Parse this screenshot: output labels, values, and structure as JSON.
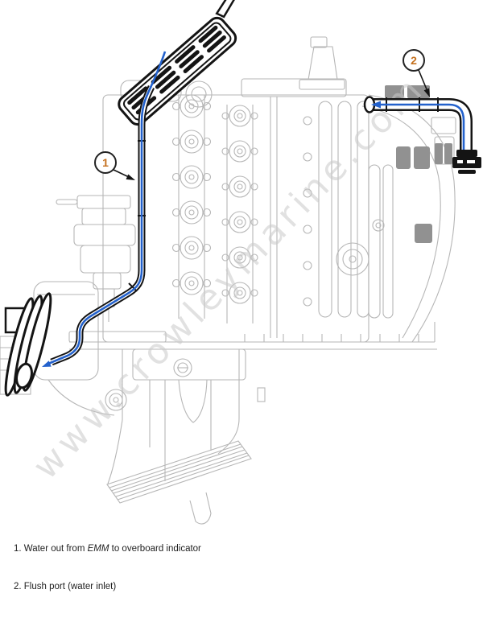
{
  "diagram": {
    "watermark": "www.crowleymarine.com",
    "callouts": [
      {
        "number": "1"
      },
      {
        "number": "2"
      }
    ]
  },
  "caption": {
    "line1_prefix": "1. Water out from ",
    "line1_emphasis": "EMM",
    "line1_suffix": " to overboard indicator",
    "line2": "2. Flush port (water inlet)"
  },
  "colors": {
    "water_line_blue": "#2361cc",
    "callout_number_orange": "#c4701e",
    "engine_line_gray": "#b6b6b6",
    "outline_black": "#141414",
    "watermark_gray": "#c9c9c9"
  }
}
